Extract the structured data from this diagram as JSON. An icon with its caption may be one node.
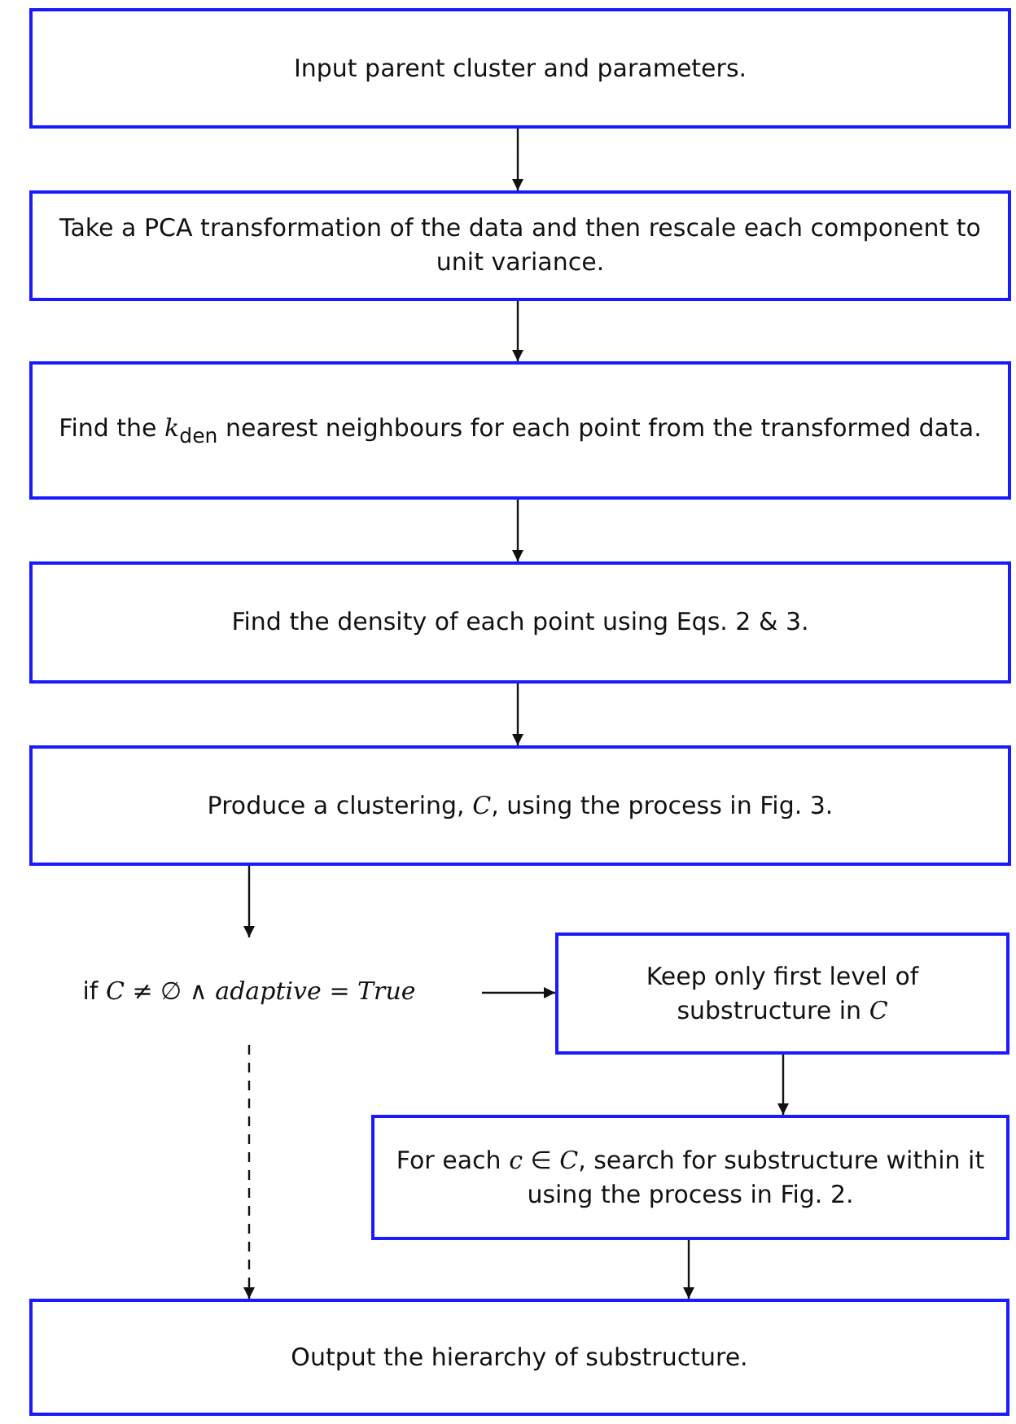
{
  "diagram": {
    "nodes": [
      {
        "text": [
          "Input parent cluster and parameters."
        ]
      },
      {
        "text": [
          "Take a PCA transformation of the data and then rescale each component to unit variance."
        ]
      },
      {
        "text": [
          "Find the *k*$_{den}$ nearest neighbours for each point from the transformed data."
        ]
      },
      {
        "text": [
          "Find the density of each point using Eqs. 2 & 3."
        ]
      },
      {
        "text": [
          "Produce a clustering, *C*, using the process in Fig. 3."
        ]
      },
      {
        "text": [
          "if *C* ≠ ∅ ∧ *adaptive* = *True*"
        ]
      },
      {
        "text": [
          "Keep only first level of substructure in *C*"
        ]
      },
      {
        "text": [
          "For each *c* ∈ *C*, search for substructure within it using the process in Fig. 2."
        ]
      },
      {
        "text": [
          "Output the hierarchy of substructure."
        ]
      }
    ],
    "edges": [
      {
        "from": 0,
        "to": 1,
        "arrow": "to"
      },
      {
        "from": 1,
        "to": 2,
        "arrow": "to"
      },
      {
        "from": 2,
        "to": 3,
        "arrow": "to"
      },
      {
        "from": 3,
        "to": 4,
        "arrow": "to"
      },
      {
        "from": 4,
        "to": 5,
        "arrow": "to"
      },
      {
        "from": 5,
        "to": 6,
        "arrow": "to"
      },
      {
        "from": 6,
        "to": 7,
        "arrow": "to"
      },
      {
        "from": 7,
        "to": 8,
        "arrow": "to"
      },
      {
        "from": 5,
        "to": 8,
        "arrow": "to",
        "style": "dashed"
      }
    ]
  }
}
